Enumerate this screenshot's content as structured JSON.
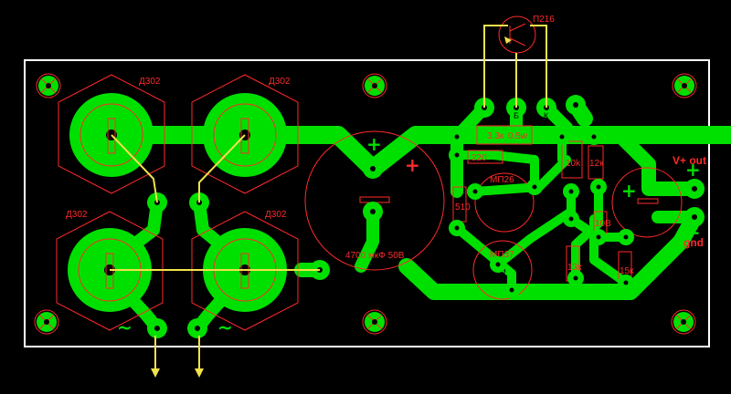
{
  "labels": {
    "diode_tl": "Д302",
    "diode_tr": "Д302",
    "diode_bl": "Д302",
    "diode_br": "Д302",
    "transistor": "П216",
    "capacitor": "4700 мкФ 50В",
    "chip_top": "МП26",
    "chip_bottom": "МП37",
    "resistor_33": "3.3к",
    "resistor_05": "0.5w",
    "resistor_220": "220",
    "resistor_510": "510",
    "resistor_10k": "10k",
    "resistor_12": "12к",
    "resistor_13a": "13к",
    "resistor_13b": "15к",
    "trim_10b": "10В",
    "pin_b": "Б",
    "pin_k": "К",
    "pin_u": "U",
    "pin_e": "Э",
    "ac_left": "~",
    "ac_right": "~",
    "cap_plus": "+",
    "out_cap_plus": "+",
    "v_out": "V+ out",
    "v_out_sign": "+",
    "gnd": "gnd",
    "gnd_sign": "−"
  },
  "colors": {
    "board_background": "#000000",
    "copper": "#00e000",
    "silkscreen": "#ff2a2a",
    "jumper": "#f2e24a",
    "outline": "#ffffff"
  }
}
